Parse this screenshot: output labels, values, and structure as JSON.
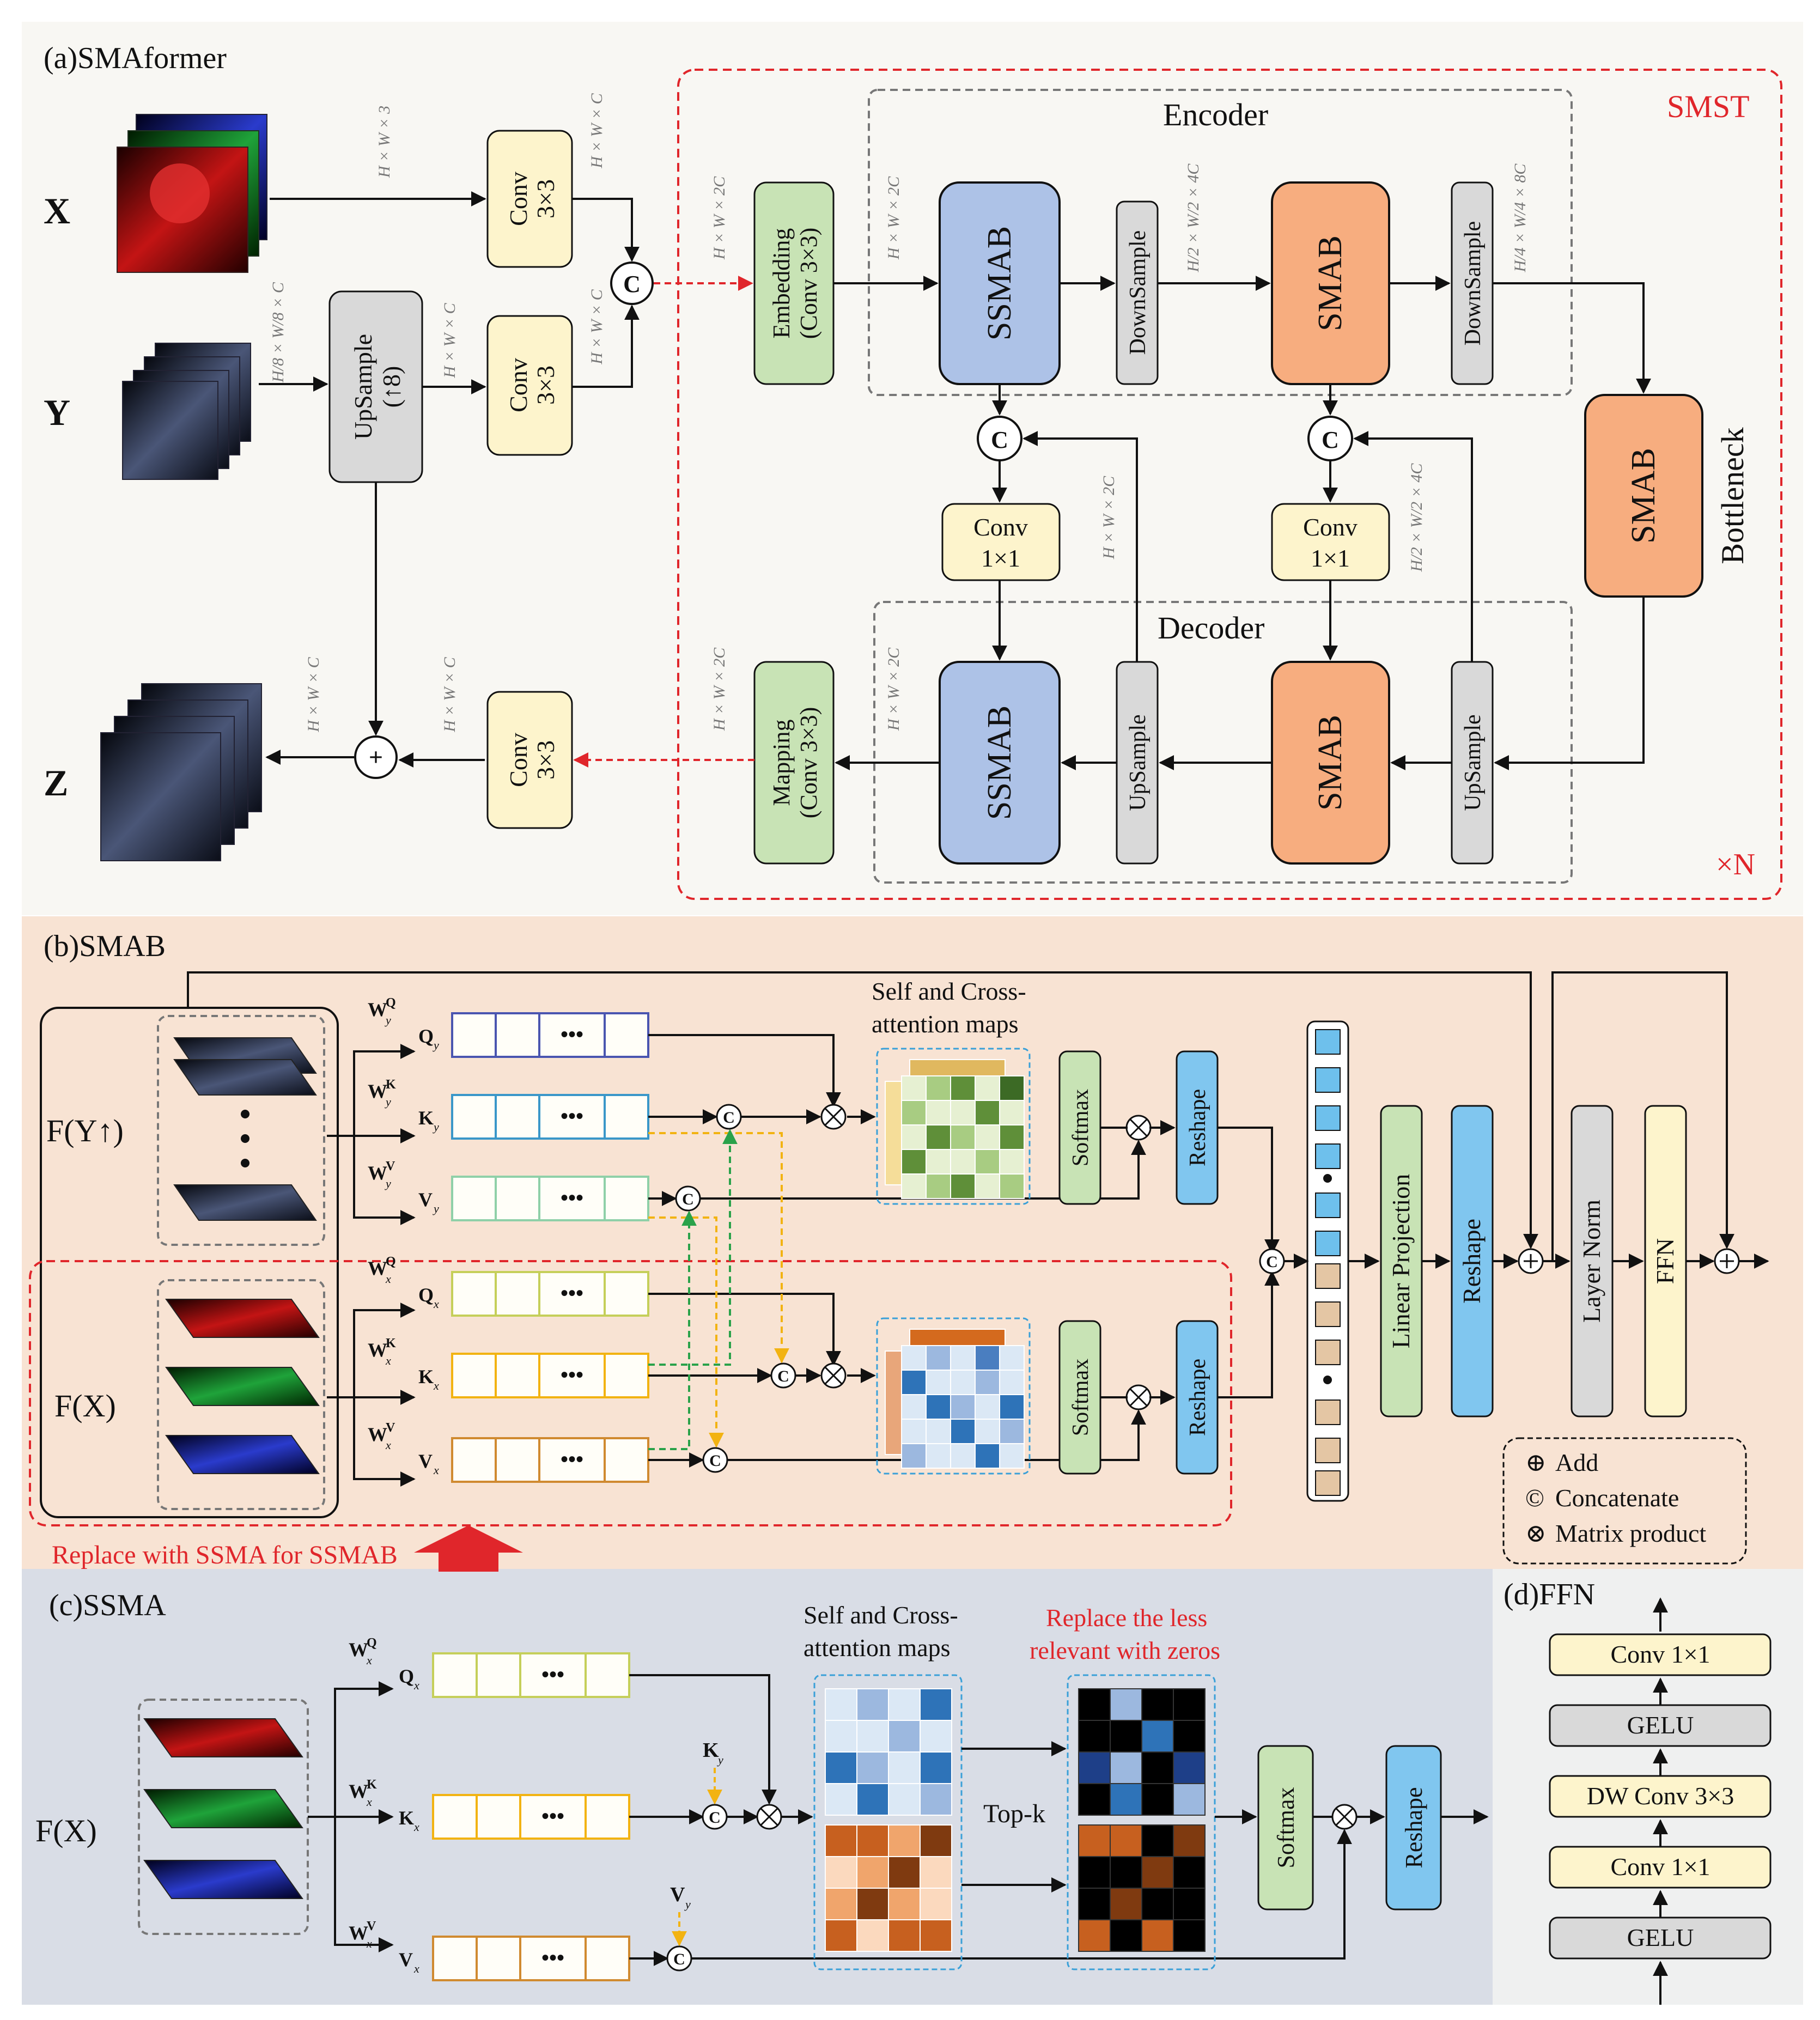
{
  "colors": {
    "bg_a": "#f8f7f3",
    "bg_b": "#f8e3d3",
    "bg_c": "#d9dde6",
    "bg_d": "#eff0f0",
    "red_accent": "#e0262b",
    "smab_fill": "#f7ad7f",
    "ssmab_fill": "#adc2e7",
    "conv_fill": "#fdf4cc",
    "embed_fill": "#c8e3b5",
    "gray_fill": "#d9d9d9",
    "reshape_fill": "#80c6ef",
    "layernorm_fill": "#d9d9d9",
    "ffn_fill": "#fdf4cc"
  },
  "panel_a": {
    "title": "(a)SMAformer",
    "smst_label": "SMST",
    "times_n": "×N",
    "input_x": "X",
    "input_y": "Y",
    "output_z": "Z",
    "encoder": "Encoder",
    "decoder": "Decoder",
    "bottleneck": "Bottleneck",
    "conv3": "Conv",
    "k3": "3×3",
    "conv1": "Conv",
    "k1": "1×1",
    "upsample8_a": "UpSample",
    "upsample8_b": "(↑8)",
    "embedding_a": "Embedding",
    "embedding_b": "(Conv 3×3)",
    "mapping_a": "Mapping",
    "mapping_b": "(Conv 3×3)",
    "ssmab": "SSMAB",
    "smab": "SMAB",
    "downsample": "DownSample",
    "upsample": "UpSample",
    "concat": "C",
    "plus": "+",
    "dim_hw3": "H × W × 3",
    "dim_hwc": "H × W × C",
    "dim_hw2c": "H × W × 2C",
    "dim_y_in": "H/8 × W/8 × C",
    "dim_half": "H/2 × W/2 × 4C",
    "dim_quarter": "H/4 × W/4 × 8C"
  },
  "panel_b": {
    "title": "(b)SMAB",
    "fy": "F(Y↑)",
    "fx": "F(X)",
    "wq_y": "W",
    "rows_y": [
      "Q",
      "K",
      "V"
    ],
    "sub_y": "y",
    "sub_x": "x",
    "dots": "•••",
    "maps_title_1": "Self and Cross-",
    "maps_title_2": "attention maps",
    "softmax": "Softmax",
    "reshape": "Reshape",
    "linear_projection": "Linear Projection",
    "layer_norm": "Layer Norm",
    "ffn": "FFN",
    "replace_note": "Replace with SSMA for SSMAB",
    "legend": [
      {
        "symbol": "⊕",
        "label": "Add"
      },
      {
        "symbol": "©",
        "label": "Concatenate"
      },
      {
        "symbol": "⊗",
        "label": "Matrix product"
      }
    ]
  },
  "panel_c": {
    "title": "(c)SSMA",
    "fx": "F(X)",
    "maps_title_1": "Self and Cross-",
    "maps_title_2": "attention maps",
    "replace_1": "Replace the less",
    "replace_2": "relevant with zeros",
    "topk": "Top-k",
    "ky": "K",
    "vy": "V",
    "softmax": "Softmax",
    "reshape": "Reshape"
  },
  "panel_d": {
    "title": "(d)FFN",
    "layers_top_to_bottom": [
      "Conv 1×1",
      "GELU",
      "DW Conv 3×3",
      "Conv 1×1",
      "GELU"
    ]
  }
}
